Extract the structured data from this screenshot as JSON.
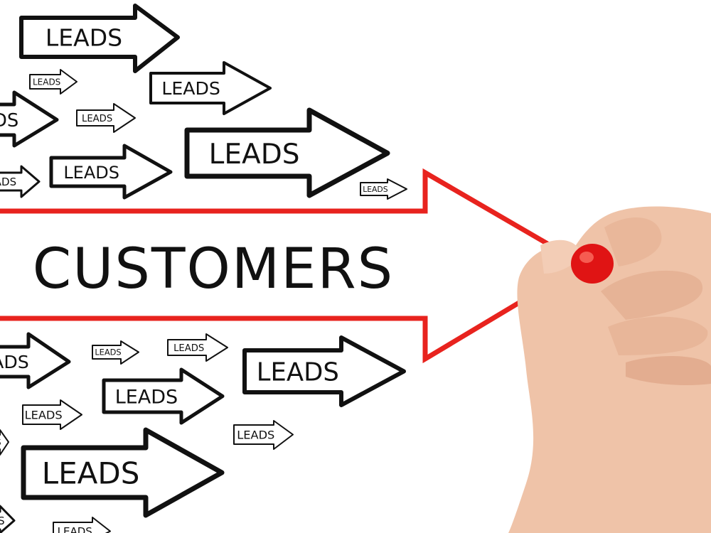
{
  "scene": {
    "main_label": "CUSTOMERS",
    "arrow_label": "LEADS",
    "colors": {
      "background": "#ffffff",
      "ink": "#111111",
      "main_arrow": "#e8231e",
      "skin": "#efc3a8",
      "marker_tip": "#e01414"
    },
    "objects": [
      "hand-holding-red-marker"
    ]
  }
}
